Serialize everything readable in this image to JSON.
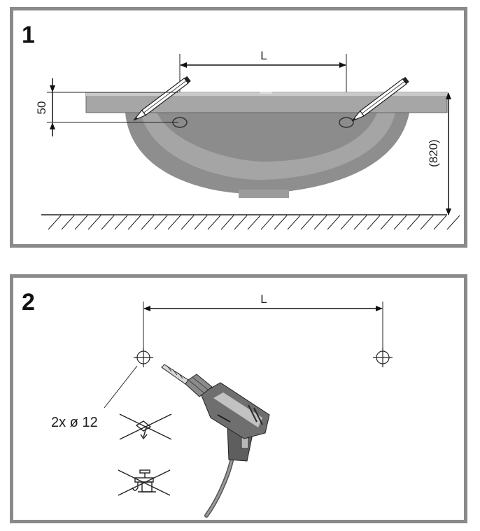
{
  "panel1": {
    "step": "1",
    "span_label": "L",
    "depth_label": "50",
    "height_label": "(820)"
  },
  "panel2": {
    "step": "2",
    "span_label": "L",
    "holes_label": "2x ø 12"
  }
}
